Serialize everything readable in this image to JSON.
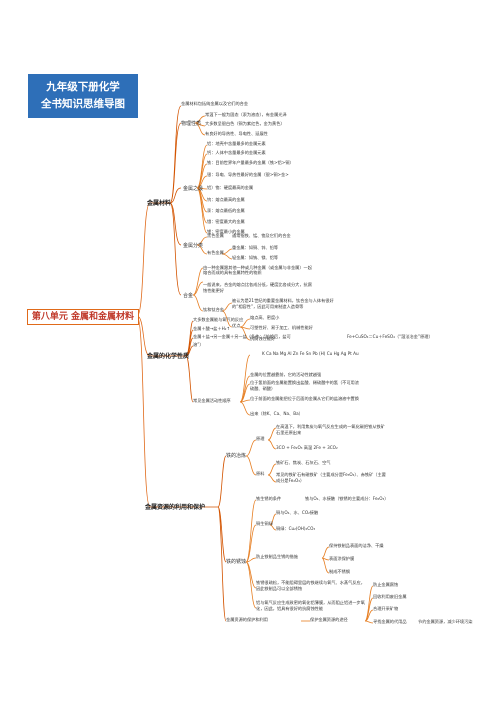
{
  "title": {
    "line1": "九年级下册化学",
    "line2": "全书知识思维导图"
  },
  "root": "第八单元 金属和金属材料",
  "branches": {
    "materials": "金属材料",
    "chemical": "金属的化学性质",
    "resources": "金属资源的利用和保护"
  },
  "materials": {
    "top": "金属材料包括纯金属以及它们的合金",
    "physical": "物理性质",
    "physical_items": [
      "常温下一般为固态（汞为液态），有金属光泽",
      "大多数呈银白色（铜为紫红色，金为黄色）",
      "有良好的导热性、导电性、延展性"
    ],
    "most": "金属之最",
    "most_items": [
      "铝：地壳中含量最多的金属元素",
      "钙：人体中含量最多的金属元素",
      "铁：目前世界年产量最多的金属（铁>铝>铜）",
      "银：导电、导热性最好的金属（银>铜>金>",
      "铝）铬：硬度最高的金属",
      "钨：熔点最高的金属",
      "汞：熔点最低的金属",
      "锇：密度最大的金属",
      "锂：密度最小的金属"
    ],
    "class": "金属分类",
    "class_black": "黑色金属",
    "class_black_desc": "通常指铁、锰、铬及它们的合金",
    "class_color": "有色金属",
    "class_heavy": "重金属：如铜、锌、铅等",
    "class_light": "轻金属：如钠、镁、铝等",
    "alloy_def1": "由一种金属跟其他一种或几种金属（或金属与非金属）一起",
    "alloy_def2": "熔合而成的具有金属特性的物质",
    "alloy": "合金",
    "alloy_note1": "一般说来，合金的熔点比各成分低，硬度比各成分大，抗腐",
    "alloy_note2": "蚀性能更好",
    "ti": "钛和钛合金",
    "ti_desc1": "被认为是21世纪的重要金属材料，钛合金与人体有很好",
    "ti_desc2": "的“相容性”，因此可用来制造人造骨等",
    "adv": "优点",
    "adv_items": [
      "熔点高、密度小",
      "可塑性好、易于加工、机械性能好",
      "抗腐蚀性能好"
    ]
  },
  "chemical": {
    "items": [
      "大多数金属能与氧气的反应",
      "金属＋酸→盐＋H₂↑",
      "金属＋盐→另一金属＋另一盐（条件：“前换后，盐可",
      "溶”）"
    ],
    "fe_cu": "Fe+CuSO₄＝Cu＋FeSO₄（“湿法冶金”原理）",
    "series": "常见金属活动性顺序",
    "series_line": "K Ca Na Mg Al Zn Fe Sn Pb (H) Cu Hg Ag Pt Au",
    "series_items": [
      "金属的位置越靠前，它的活动性就越强",
      "位于氢前面的金属能置换出盐酸、稀硫酸中的氢（不可用浓",
      "硫酸、硝酸）",
      "位于前面的金属能把位于后面的金属从它们的盐溶液中置换",
      "出来（除K、Ca、Na、Ba）"
    ]
  },
  "resources": {
    "smelt": "铁的冶炼",
    "principle": "原理",
    "principle_desc1": "在高温下，利用焦炭与氧气反应生成的一氧化碳把铁从铁矿",
    "principle_desc2": "石里还原出来",
    "equation": "3CO + Fe₂O₃ 高温 2Fe + 3CO₂",
    "raw": "原料",
    "raw_items": [
      "铁矿石、焦炭、石灰石、空气",
      "常见的铁矿石有磁铁矿（主要成分是Fe₃O₄）、赤铁矿（主要",
      "成分是Fe₂O₃）"
    ],
    "rust": "铁的锈蚀",
    "rust_cond": "铁生锈的条件",
    "rust_cond_desc": "铁与O₂、水接触（铁锈的主要成分：Fe₂O₃）",
    "cu_rust": "铜生铜绿",
    "cu_items": [
      "铜与O₂、水、CO₂接触",
      "铜绿：Cu₂(OH)₂CO₃"
    ],
    "prevent": "防止铁制品生锈的措施",
    "prevent_items": [
      "保持铁制品表面的洁净、干燥",
      "表面涂保护膜",
      "制成不锈钢"
    ],
    "note1": "铁锈很疏松，不能阻碍里层的铁继续与氧气、水蒸气反应，",
    "note2": "因此铁制品可以全部锈蚀",
    "note3": "铝与氧气反应生成致密的氧化铝薄膜，从而阻止铝进一步氧",
    "note4": "化，因此，铝具有很好的抗腐蚀性能",
    "protect": "金属资源的保护和利用",
    "protect_way": "保护金属资源的途径",
    "protect_items": [
      "防止金属腐蚀",
      "回收利用废旧金属",
      "合理开采矿物",
      "寻找金属的代用品"
    ],
    "protect_note": "节约金属资源，减少环境污染"
  }
}
